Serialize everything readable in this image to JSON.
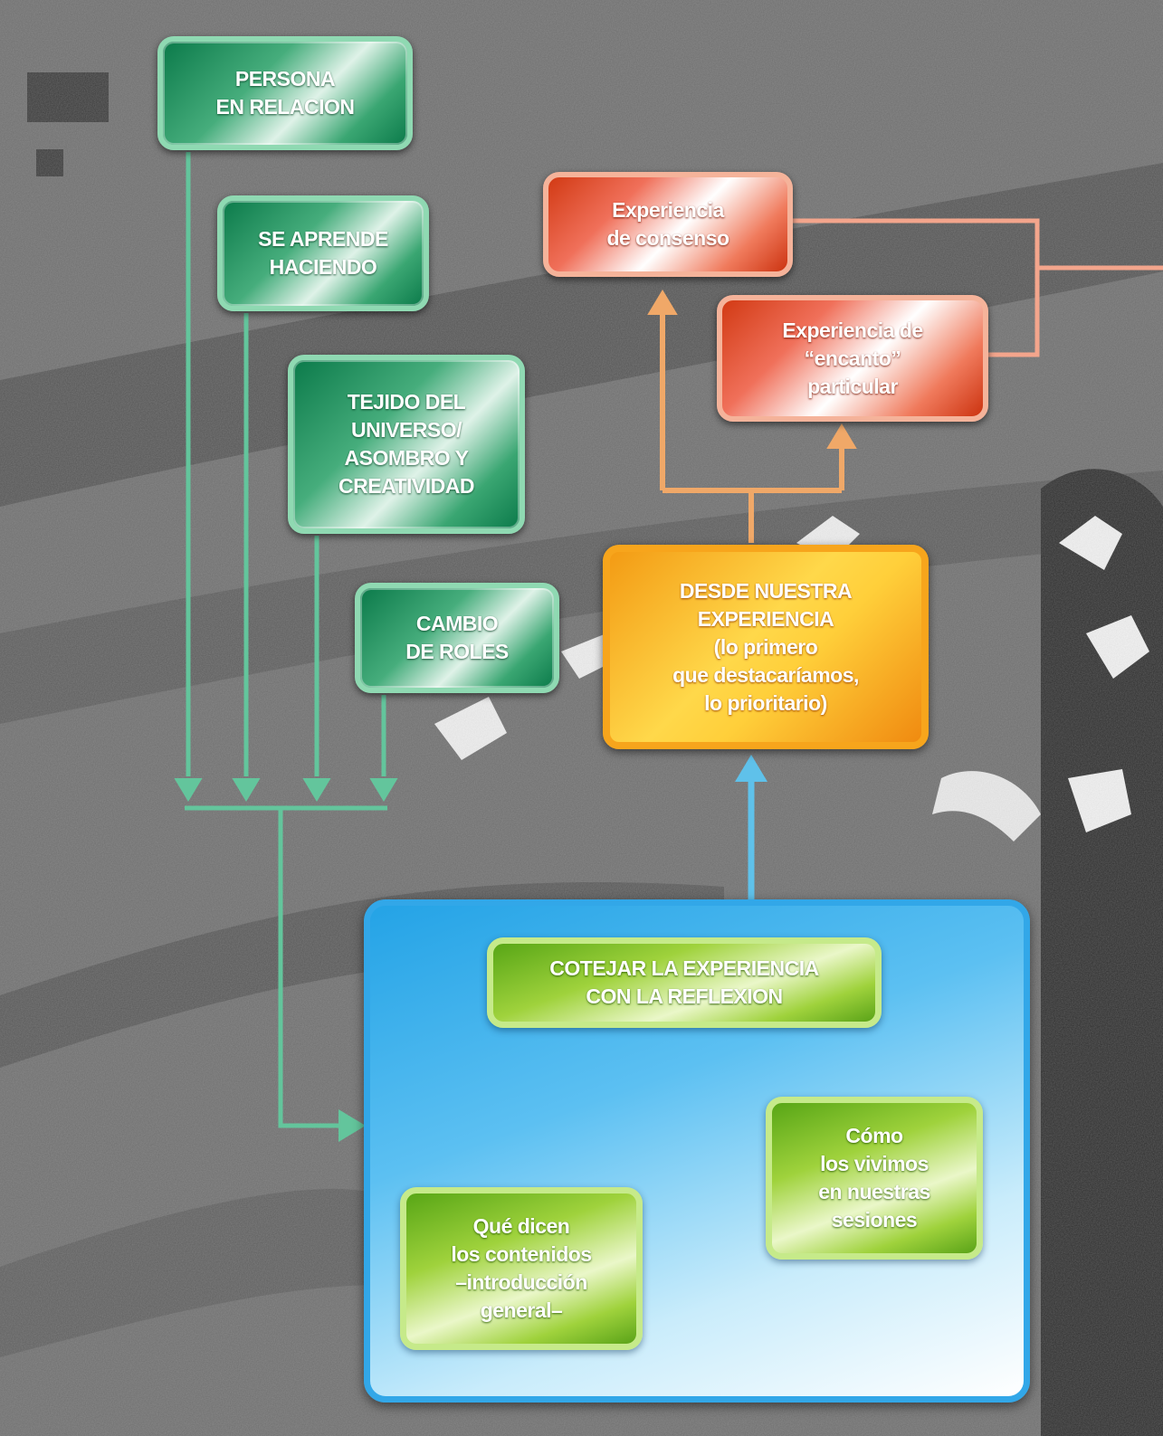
{
  "colors": {
    "green_line": "#63c59c",
    "orange_line": "#f0a868",
    "blue_line": "#5fc1ea",
    "lime_line": "#b8e29a",
    "salmon_line": "#f3a58c"
  },
  "nodes": {
    "persona": "PERSONA\nEN RELACION",
    "se_aprende": "SE APRENDE\nHACIENDO",
    "tejido": "TEJIDO DEL\nUNIVERSO/\nASOMBRO Y\nCREATIVIDAD",
    "cambio": "CAMBIO\nDE ROLES",
    "consenso": "Experiencia\nde consenso",
    "encanto": "Experiencia de\n“encanto”\nparticular",
    "desde": "DESDE NUESTRA\nEXPERIENCIA\n(lo primero\nque destacaríamos,\nlo prioritario)",
    "cotejar": "COTEJAR  LA EXPERIENCIA\nCON LA REFLEXION",
    "como": "Cómo\nlos vivimos\nen nuestras\nsesiones",
    "que_dicen": "Qué dicen\nlos contenidos\n–introducción\ngeneral–"
  }
}
